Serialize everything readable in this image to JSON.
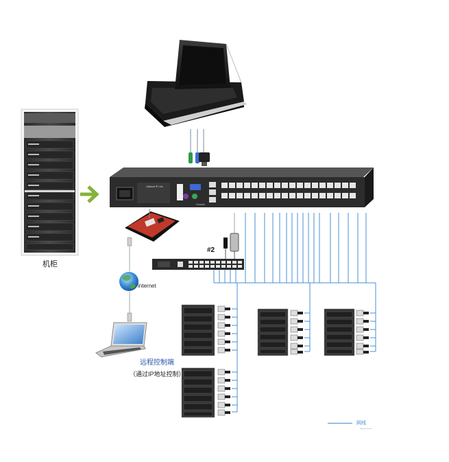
{
  "labels": {
    "cabinet": "机柜",
    "internet": "internet",
    "switch_number": "#2",
    "remote_title": "远程控制端",
    "remote_subtitle": "（通过IP地址控制）",
    "legend": "网线"
  },
  "kvm_switch": {
    "ip_module_label": "Optional IP Link",
    "console_label": "Console"
  },
  "colors": {
    "cable": "#4a8fd4",
    "arrow": "#86b23a",
    "device_dark": "#2c2c2c",
    "rack_body": "#3a3a3a"
  },
  "icons": [
    "lcd-console-drawer",
    "rack-cabinet",
    "kvm-switch",
    "ip-module-board",
    "globe-icon",
    "laptop-icon",
    "cascade-switch",
    "server-group"
  ]
}
